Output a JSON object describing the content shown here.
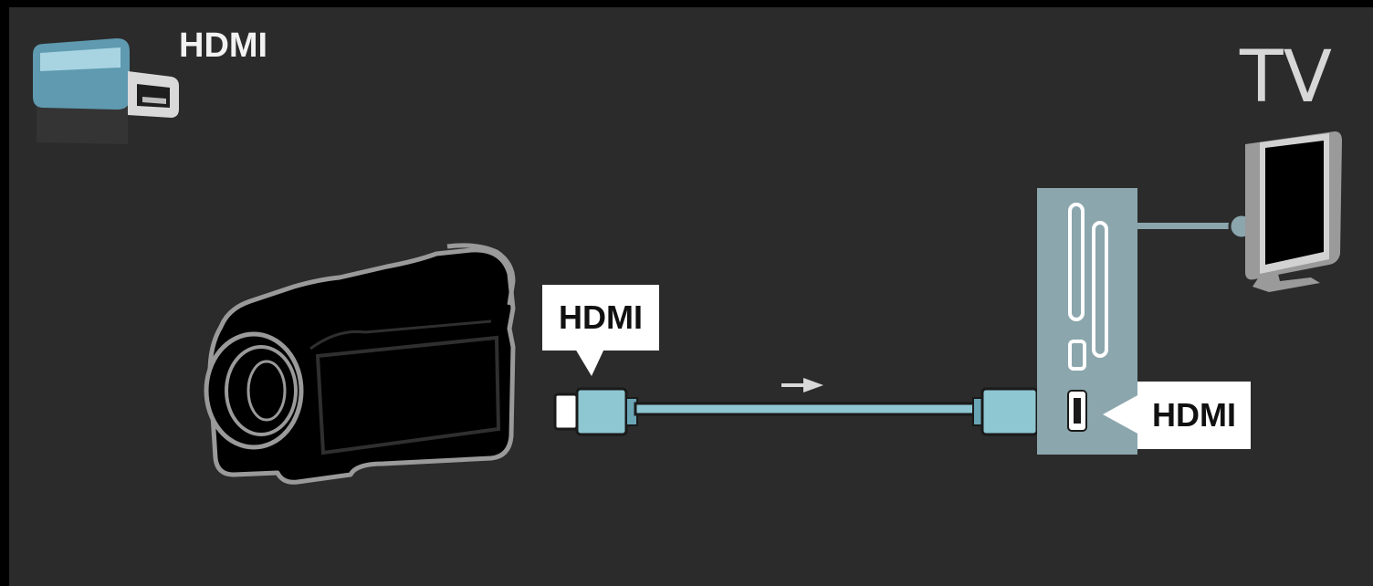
{
  "header": {
    "label": "HDMI",
    "icon": "hdmi-connector-icon"
  },
  "tv": {
    "title": "TV",
    "icon": "tv-icon"
  },
  "devices": {
    "camcorder_icon": "camcorder-icon",
    "connector_panel_icon": "connector-panel-icon"
  },
  "cable": {
    "source_label": "HDMI",
    "target_label": "HDMI",
    "direction_icon": "arrow-right-icon"
  },
  "colors": {
    "background": "#2b2b2b",
    "cable_accent": "#8ec6d2",
    "panel": "#8ba6ad",
    "device_fill": "#000000",
    "device_outline": "#9a9a9a",
    "callout": "#ffffff"
  }
}
